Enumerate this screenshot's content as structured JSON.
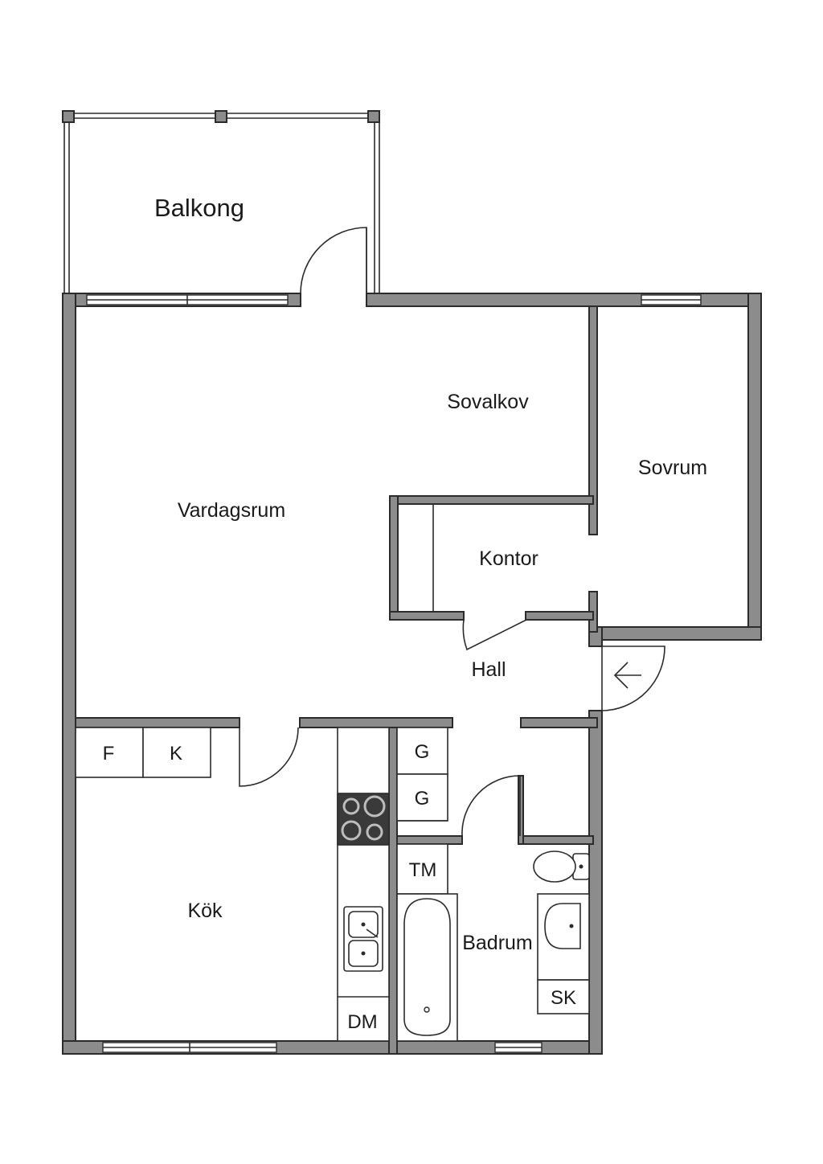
{
  "rooms": {
    "balkong": "Balkong",
    "sovalkov": "Sovalkov",
    "sovrum": "Sovrum",
    "vardagsrum": "Vardagsrum",
    "kontor": "Kontor",
    "hall": "Hall",
    "kok": "Kök",
    "badrum": "Badrum"
  },
  "fixtures": {
    "fridge": "F",
    "freezer": "K",
    "closet_1": "G",
    "closet_2": "G",
    "washer": "TM",
    "dishwasher": "DM",
    "cabinet": "SK"
  },
  "colors": {
    "wall_fill": "#8c8c8c",
    "line": "#2b2b2b",
    "stove": "#3a3a3a"
  }
}
